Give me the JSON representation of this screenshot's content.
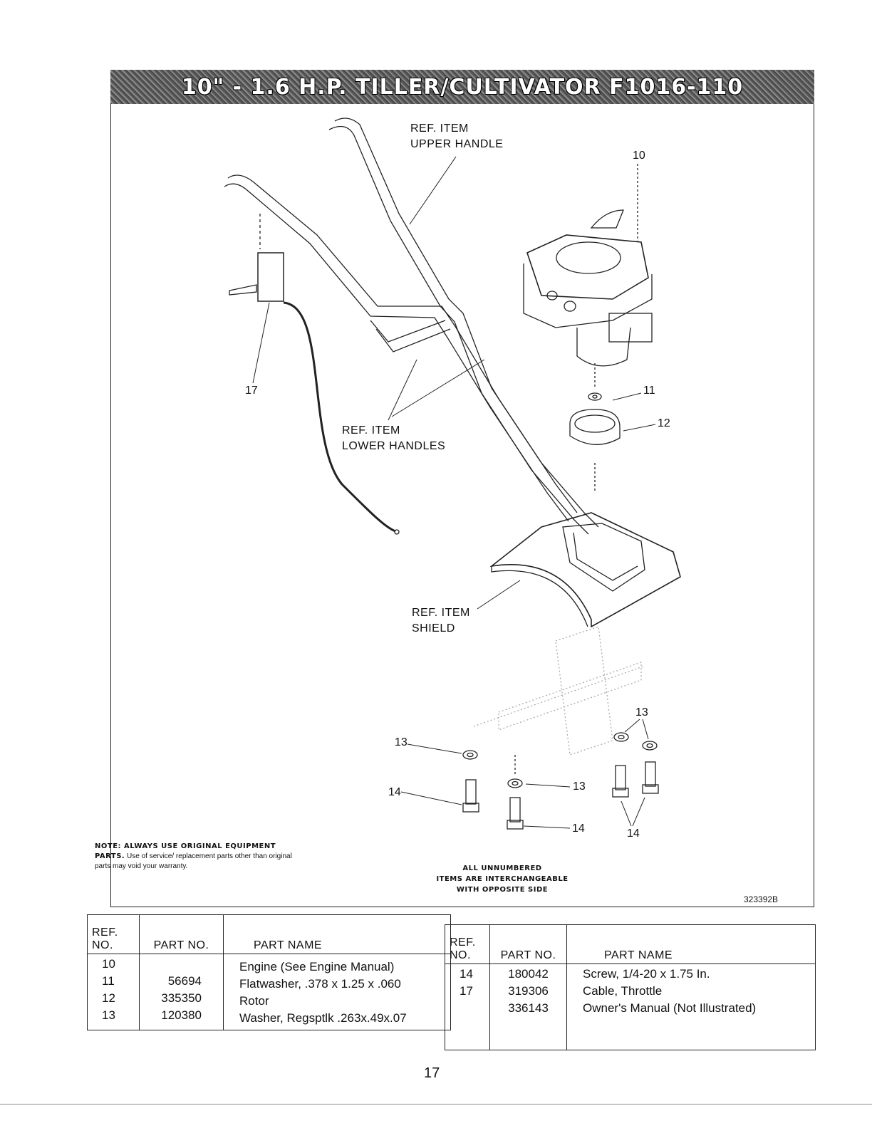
{
  "title": "10\" - 1.6 H.P. TILLER/CULTIVATOR F1016-110",
  "labels": {
    "upper_handle": [
      "REF. ITEM",
      "UPPER HANDLE"
    ],
    "lower_handles": [
      "REF. ITEM",
      "LOWER HANDLES"
    ],
    "shield": [
      "REF. ITEM",
      "SHIELD"
    ]
  },
  "callouts": {
    "c10": "10",
    "c11": "11",
    "c12": "12",
    "c17": "17",
    "c13a": "13",
    "c13b": "13",
    "c13c": "13",
    "c14a": "14",
    "c14b": "14",
    "c14c": "14"
  },
  "note": {
    "heading": "NOTE: ALWAYS USE ORIGINAL EQUIPMENT PARTS.",
    "body": "Use of service/ replacement parts other than original parts may void your warranty."
  },
  "center_note": [
    "ALL UNNUMBERED",
    "ITEMS ARE INTERCHANGEABLE",
    "WITH OPPOSITE SIDE"
  ],
  "drawing_number": "323392B",
  "tables": {
    "headers": {
      "ref": [
        "REF.",
        "NO."
      ],
      "part_no": "PART NO.",
      "part_name": "PART NAME"
    },
    "left": {
      "ref_no": [
        "10",
        "11",
        "12",
        "13"
      ],
      "part_no": [
        "",
        "56694",
        "335350",
        "120380"
      ],
      "part_name": [
        "Engine (See Engine Manual)",
        "Flatwasher, .378 x 1.25 x .060",
        "Rotor",
        "Washer, Regsptlk .263x.49x.07"
      ]
    },
    "right": {
      "ref_no": [
        "14",
        "17",
        ""
      ],
      "part_no": [
        "180042",
        "319306",
        "336143"
      ],
      "part_name": [
        "Screw, 1/4-20 x 1.75 In.",
        "Cable, Throttle",
        "Owner's Manual (Not Illustrated)"
      ]
    }
  },
  "page_number": "17"
}
